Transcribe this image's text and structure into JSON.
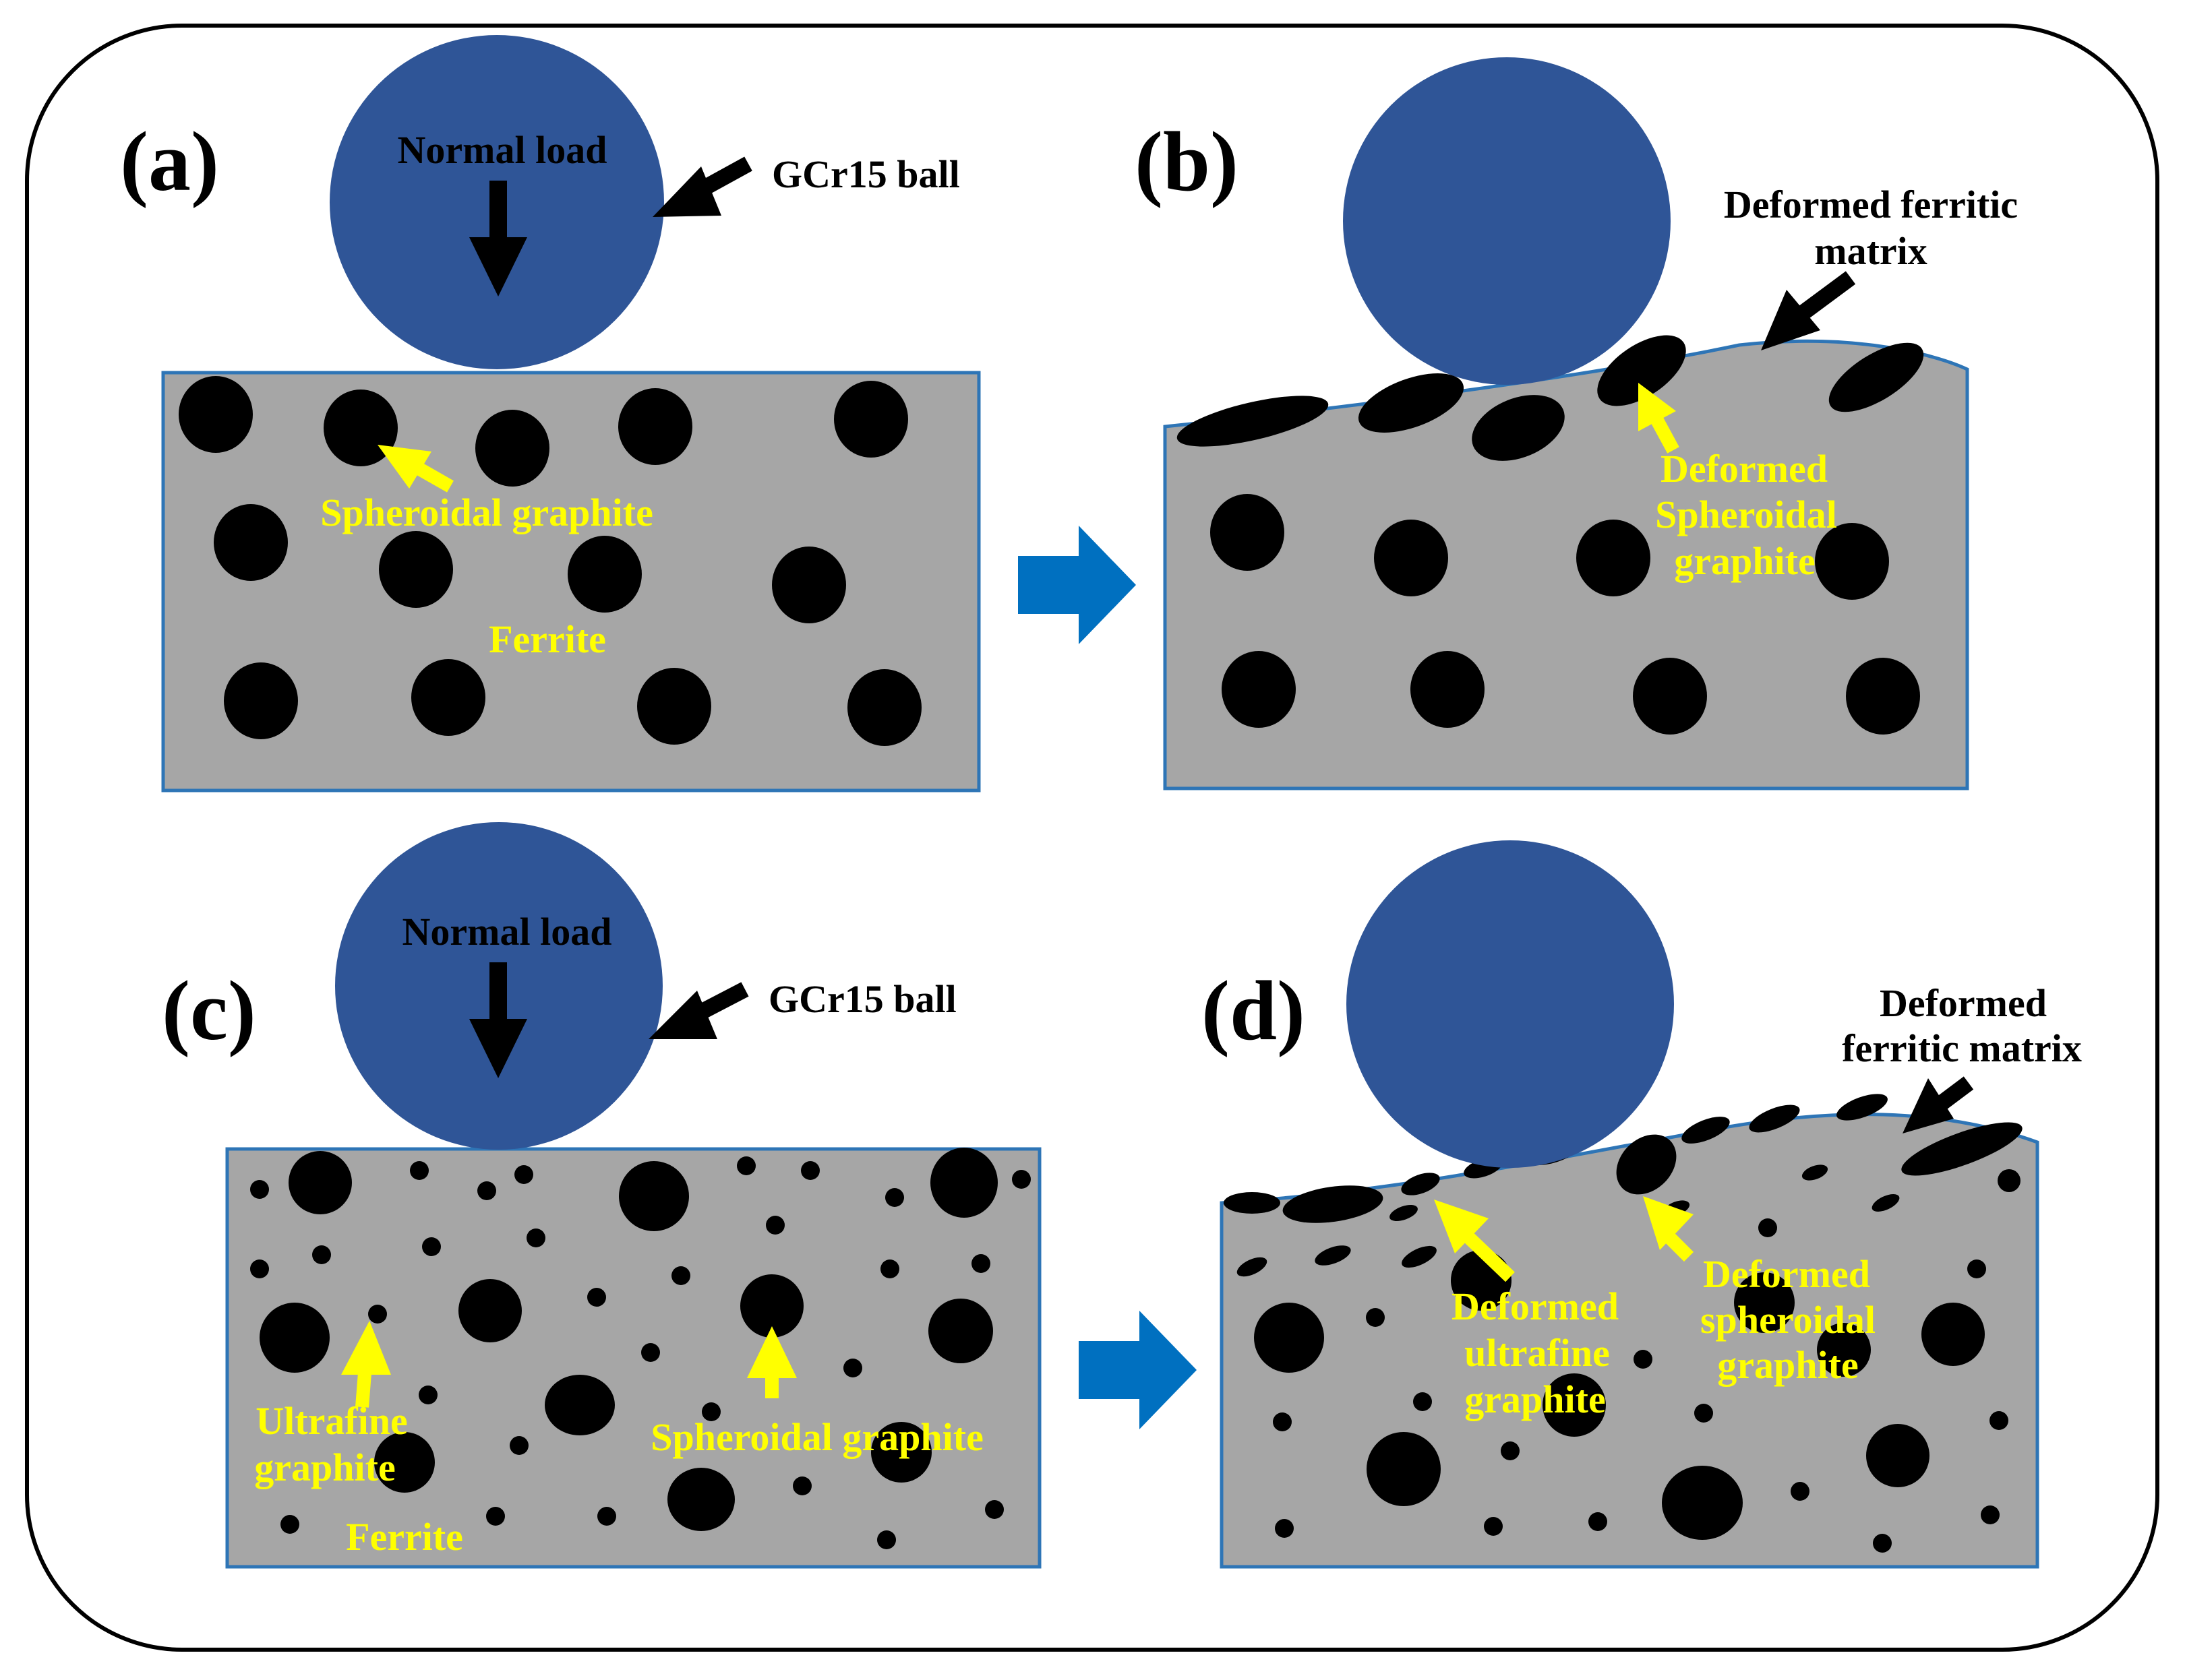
{
  "colors": {
    "ball": "#2f5597",
    "matrix": "#a6a6a6",
    "matrix_outline": "#2e75b6",
    "graphite": "#000000",
    "annotation_yellow": "#ffff00",
    "transition_arrow": "#0070c0",
    "frame": "#000000"
  },
  "panels": {
    "a": {
      "label": "(a)",
      "ball_label": "GCr15 ball",
      "load_label": "Normal load",
      "graphite_label": "Spheroidal graphite",
      "matrix_label": "Ferrite"
    },
    "b": {
      "label": "(b)",
      "matrix_label_line1": "Deformed ferritic",
      "matrix_label_line2": "matrix",
      "graphite_label_line1": "Deformed",
      "graphite_label_line2": "Spheroidal",
      "graphite_label_line3": "graphite"
    },
    "c": {
      "label": "(c)",
      "ball_label": "GCr15 ball",
      "load_label": "Normal load",
      "ultrafine_label_line1": "Ultrafine",
      "ultrafine_label_line2": "graphite",
      "spheroidal_label": "Spheroidal graphite",
      "matrix_label": "Ferrite"
    },
    "d": {
      "label": "(d)",
      "matrix_label_line1": "Deformed",
      "matrix_label_line2": "ferritic matrix",
      "ultrafine_label_line1": "Deformed",
      "ultrafine_label_line2": "ultrafine",
      "ultrafine_label_line3": "graphite",
      "spheroidal_label_line1": "Deformed",
      "spheroidal_label_line2": "spheroidal",
      "spheroidal_label_line3": "graphite"
    }
  },
  "icons": {
    "load_arrow": "arrow-down-icon",
    "pointer_arrow": "arrow-icon",
    "transition": "right-arrow-icon"
  }
}
